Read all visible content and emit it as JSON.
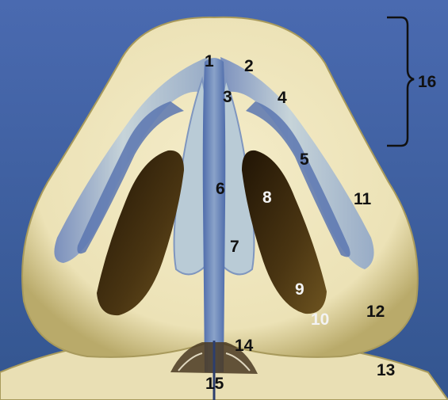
{
  "diagram": {
    "labels": {
      "l1": "1",
      "l2": "2",
      "l3": "3",
      "l4": "4",
      "l5": "5",
      "l6": "6",
      "l7": "7",
      "l8": "8",
      "l9": "9",
      "l10": "10",
      "l11": "11",
      "l12": "12",
      "l13": "13",
      "l14": "14",
      "l15": "15",
      "l16": "16"
    },
    "colors": {
      "background": "#3d5f9f",
      "skin": "#ece4c0",
      "skin_edge": "#a89a5c",
      "cartilage": "#aec4d2",
      "cartilage_shadow": "#5a75ae",
      "nostril": "#3a2a10",
      "label_dark": "#111111",
      "label_light": "#f3f3f3"
    }
  }
}
